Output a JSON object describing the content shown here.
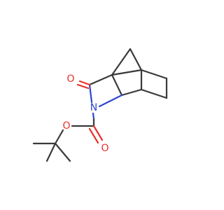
{
  "molecule": {
    "atoms": {
      "carbonyl_oxygen": {
        "symbol": "O",
        "color": "#e8312b"
      },
      "ester_oxygen_single": {
        "symbol": "O",
        "color": "#e8312b"
      },
      "ester_oxygen_double": {
        "symbol": "O",
        "color": "#e8312b"
      },
      "ring_nitrogen": {
        "symbol": "N",
        "color": "#2e45d6"
      }
    },
    "bond_color": "#3a3a3a"
  }
}
